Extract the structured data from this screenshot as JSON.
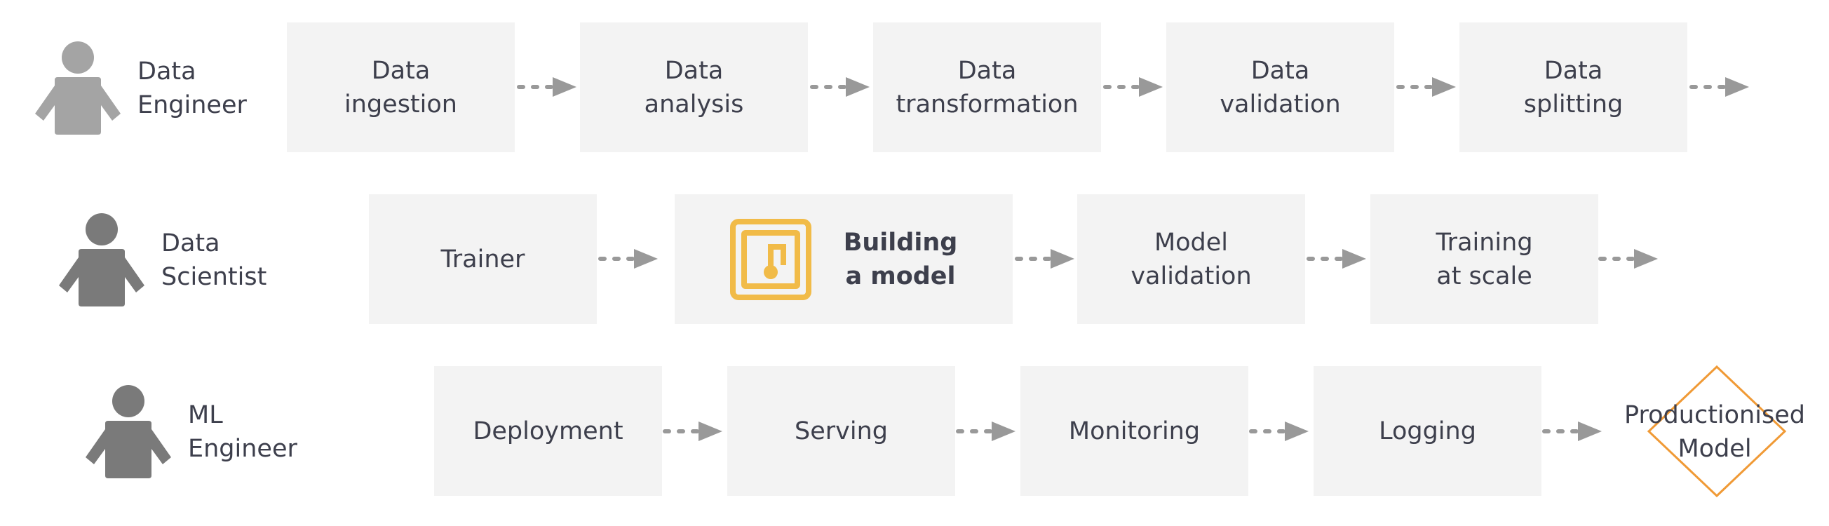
{
  "colors": {
    "box_fill": "#f3f3f3",
    "text": "#3d3f4c",
    "arrow": "#999999",
    "person_light": "#a4a4a4",
    "person_dark": "#7a7a7a",
    "icon": "#f1bb48",
    "diamond": "#f09a36"
  },
  "rows": [
    {
      "role": "Data\nEngineer",
      "steps": [
        "Data\ningestion",
        "Data\nanalysis",
        "Data\ntransformation",
        "Data\nvalidation",
        "Data\nsplitting"
      ]
    },
    {
      "role": "Data\nScientist",
      "steps": [
        "Trainer",
        "Building\na model",
        "Model\nvalidation",
        "Training\nat scale"
      ]
    },
    {
      "role": "ML\nEngineer",
      "steps": [
        "Deployment",
        "Serving",
        "Monitoring",
        "Logging"
      ]
    }
  ],
  "final": {
    "label": "Productionised\nModel"
  },
  "icons": {
    "person": "person-icon",
    "model": "model-chip-icon"
  }
}
